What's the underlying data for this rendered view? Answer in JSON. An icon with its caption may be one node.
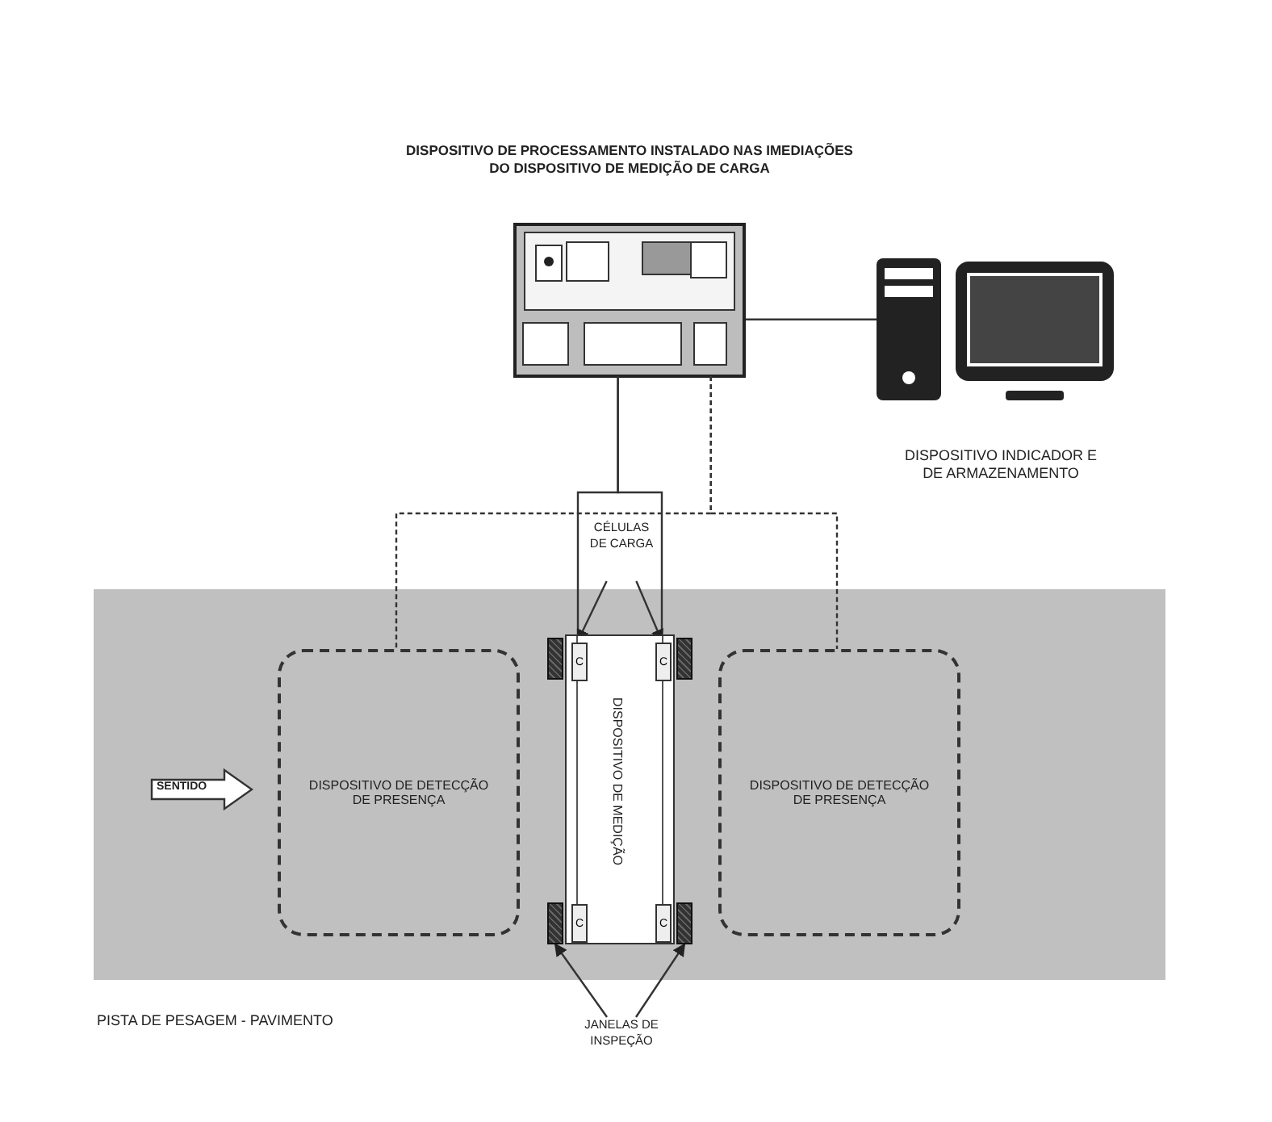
{
  "diagram": {
    "nodes": [
      {
        "text": [
          "DISPOSITIVO DE PROCESSAMENTO INSTALADO NAS IMEDIAÇÕES DO DISPOSITIVO DE MEDIÇÃO DE CARGA"
        ]
      },
      {
        "text": [
          "DISPOSITIVO INDICADOR E DE ARMAZENAMENTO"
        ]
      },
      {
        "text": [
          "PISTA DE PESAGEM - PAVIMENTO"
        ]
      },
      {
        "text": [
          "DISPOSITIVO DE DETECÇÃO DE PRESENÇA"
        ],
        "in": 2
      },
      {
        "text": [
          "DISPOSITIVO DE MEDIÇÃO"
        ],
        "in": 2
      },
      {
        "text": [
          "DISPOSITIVO DE DETECÇÃO DE PRESENÇA"
        ],
        "in": 2
      },
      {
        "text": [
          "SENTIDO"
        ],
        "in": 2
      },
      {
        "text": [
          "CÉLULAS DE CARGA"
        ]
      },
      {
        "text": [
          "C"
        ],
        "in": 4
      },
      {
        "text": [
          "C"
        ],
        "in": 4
      },
      {
        "text": [
          "C"
        ],
        "in": 4
      },
      {
        "text": [
          "C"
        ],
        "in": 4
      },
      {
        "text": [
          "JANELAS DE INSPEÇÃO"
        ]
      },
      {
        "text": [],
        "shape": "box",
        "in": 2
      },
      {
        "text": [],
        "shape": "box",
        "in": 2
      },
      {
        "text": [],
        "shape": "box",
        "in": 2
      },
      {
        "text": [],
        "shape": "box",
        "in": 2
      }
    ],
    "edges": [
      {
        "from": 0,
        "to": 1,
        "arrow": "none"
      },
      {
        "from": 0,
        "to": 8,
        "arrow": "none"
      },
      {
        "from": 0,
        "to": 9,
        "arrow": "none"
      },
      {
        "from": 0,
        "to": 3,
        "arrow": "none",
        "style": "dashed"
      },
      {
        "from": 0,
        "to": 5,
        "arrow": "none",
        "style": "dashed"
      },
      {
        "from": 7,
        "to": 8,
        "arrow": "to"
      },
      {
        "from": 7,
        "to": 9,
        "arrow": "to"
      },
      {
        "from": 12,
        "to": 15,
        "arrow": "to"
      },
      {
        "from": 12,
        "to": 16,
        "arrow": "to"
      }
    ]
  }
}
